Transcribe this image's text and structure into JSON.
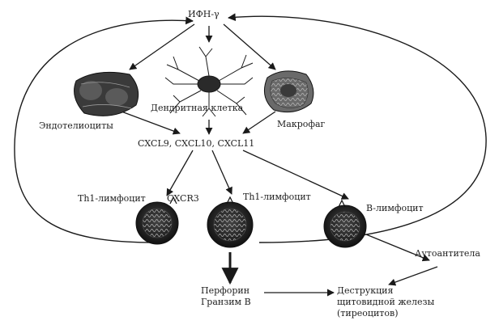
{
  "diagram": {
    "labels": {
      "ifn": "ИФН-γ",
      "endotheliocytes": "Эндотелиоциты",
      "dendritic": "Дендритная клетка",
      "macrophage": "Макрофаг",
      "chemokines": "CXCL9, CXCL10, CXCL11",
      "th1_left": "Th1-лимфоцит",
      "receptor": "CXCR3",
      "th1_mid": "Th1-лимфоцит",
      "b_lymph": "B-лимфоцит",
      "autoantibodies": "Аутоантитела",
      "perforin": "Перфорин",
      "granzyme": "Гранзим B",
      "destruction_1": "Деструкция",
      "destruction_2": "щитовидной железы",
      "destruction_3": "(тиреоцитов)"
    },
    "colors": {
      "line": "#1a1a1a",
      "cell_dark": "#2b2b2b",
      "cell_light": "#7a7a7a"
    }
  }
}
